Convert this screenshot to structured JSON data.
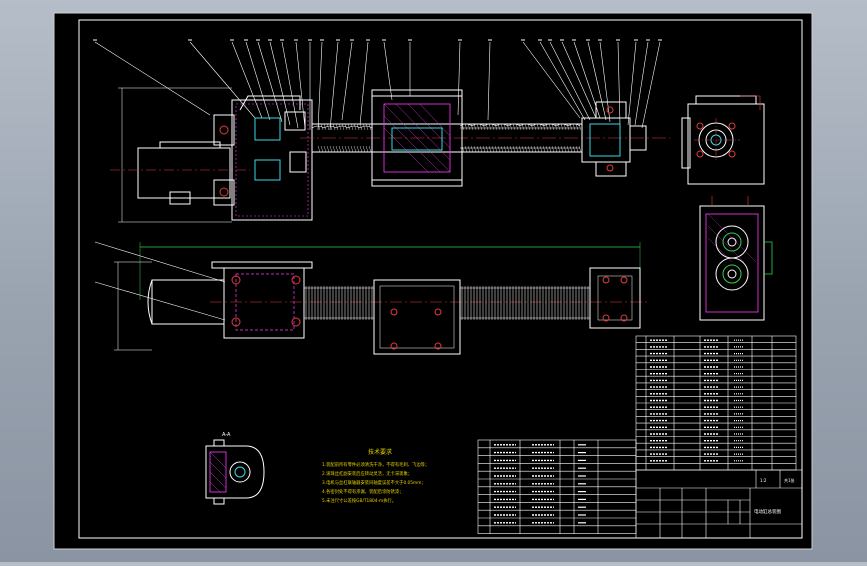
{
  "viewport": {
    "background_color": "#9aa4b2",
    "paper_color": "#000000"
  },
  "colors": {
    "line": "#ffffff",
    "accent": "#e23b3b",
    "dim": "#2bd24b",
    "hatch": "#ff3bff",
    "part": "#39d7e8",
    "frame": "#c9c9c9"
  },
  "drawing": {
    "section_mark": "A-A",
    "tech_title": "技术要求",
    "tech_notes": [
      "1.装配前所有零件必须清洗干净，不得有毛刺、飞边等；",
      "2.滚珠丝杠副安装后应转动灵活，无卡滞现象；",
      "3.电机与丝杠联轴器安装同轴度误差不大于0.05mm；",
      "4.各密封处不得有渗漏，装配后涂防锈漆；",
      "5.未注尺寸公差按GB/T1804-m执行。"
    ],
    "title_block": {
      "name": "电动缸总装图",
      "scale": "1:2",
      "sheet": "共1张"
    }
  },
  "parts_list_rows": 20,
  "bom_rows": 12
}
